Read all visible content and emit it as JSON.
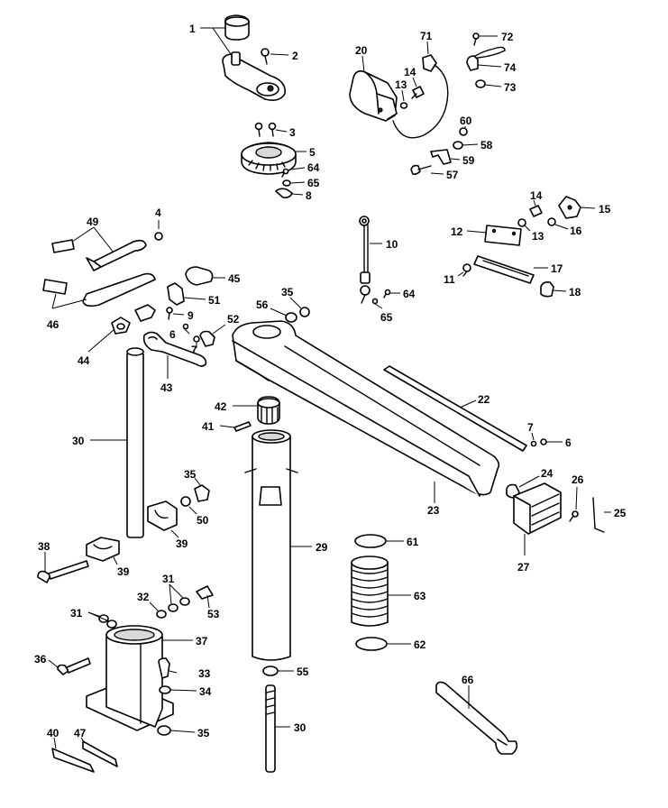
{
  "callouts": [
    {
      "n": "1"
    },
    {
      "n": "2"
    },
    {
      "n": "3"
    },
    {
      "n": "4"
    },
    {
      "n": "5"
    },
    {
      "n": "6"
    },
    {
      "n": "6"
    },
    {
      "n": "7"
    },
    {
      "n": "7"
    },
    {
      "n": "8"
    },
    {
      "n": "9"
    },
    {
      "n": "10"
    },
    {
      "n": "11"
    },
    {
      "n": "12"
    },
    {
      "n": "13"
    },
    {
      "n": "13"
    },
    {
      "n": "14"
    },
    {
      "n": "14"
    },
    {
      "n": "15"
    },
    {
      "n": "16"
    },
    {
      "n": "17"
    },
    {
      "n": "18"
    },
    {
      "n": "20"
    },
    {
      "n": "22"
    },
    {
      "n": "23"
    },
    {
      "n": "24"
    },
    {
      "n": "25"
    },
    {
      "n": "26"
    },
    {
      "n": "27"
    },
    {
      "n": "29"
    },
    {
      "n": "30"
    },
    {
      "n": "30"
    },
    {
      "n": "31"
    },
    {
      "n": "31"
    },
    {
      "n": "32"
    },
    {
      "n": "33"
    },
    {
      "n": "34"
    },
    {
      "n": "35"
    },
    {
      "n": "35"
    },
    {
      "n": "35"
    },
    {
      "n": "36"
    },
    {
      "n": "37"
    },
    {
      "n": "38"
    },
    {
      "n": "39"
    },
    {
      "n": "39"
    },
    {
      "n": "40"
    },
    {
      "n": "41"
    },
    {
      "n": "42"
    },
    {
      "n": "43"
    },
    {
      "n": "44"
    },
    {
      "n": "45"
    },
    {
      "n": "46"
    },
    {
      "n": "47"
    },
    {
      "n": "49"
    },
    {
      "n": "50"
    },
    {
      "n": "51"
    },
    {
      "n": "52"
    },
    {
      "n": "53"
    },
    {
      "n": "55"
    },
    {
      "n": "56"
    },
    {
      "n": "57"
    },
    {
      "n": "58"
    },
    {
      "n": "59"
    },
    {
      "n": "60"
    },
    {
      "n": "61"
    },
    {
      "n": "62"
    },
    {
      "n": "63"
    },
    {
      "n": "64"
    },
    {
      "n": "64"
    },
    {
      "n": "65"
    },
    {
      "n": "65"
    },
    {
      "n": "66"
    },
    {
      "n": "71"
    },
    {
      "n": "72"
    },
    {
      "n": "73"
    },
    {
      "n": "74"
    }
  ]
}
